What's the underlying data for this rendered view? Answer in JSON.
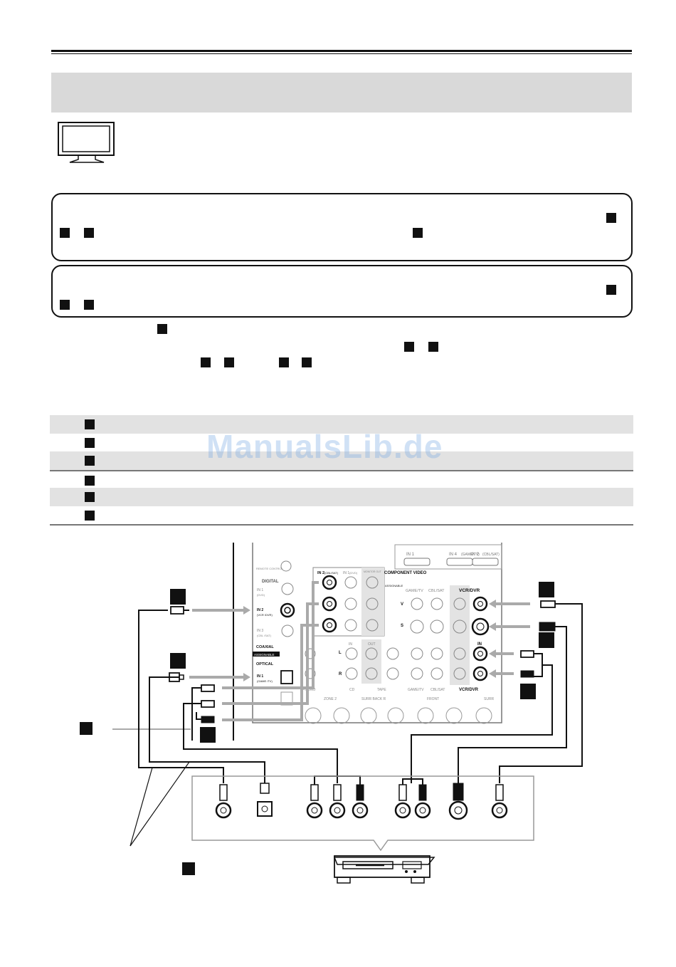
{
  "watermark": "ManualsLib.de",
  "diagram": {
    "panel_labels": {
      "hdmi_in1": "IN 1",
      "hdmi_in4": "IN 4",
      "hdmi_in4_sub": "(GAME/TV)",
      "hdmi_in2": "IN 2",
      "hdmi_in2_sub": "(CBL/SAT)",
      "remote_control": "REMOTE CONTROL",
      "digital": "DIGITAL",
      "dig_in1": "IN 1",
      "dig_in1_sub": "(DVD)",
      "dig_in2": "IN 2",
      "dig_in2_sub": "(VCR /DVR)",
      "dig_in3": "IN 3",
      "dig_in3_sub": "(CBL /SAT)",
      "coaxial": "COAXIAL",
      "assignable": "ASSIGNABLE",
      "optical": "OPTICAL",
      "opt_in1": "IN 1",
      "opt_in1_sub": "(GAME /TV)",
      "comp_in2": "IN 2",
      "comp_in2_sub": "(CBL/SAT)",
      "comp_in1": "IN 1",
      "comp_in1_sub": "(DVD)",
      "monitor_out": "MONITOR OUT",
      "component_video": "COMPONENT VIDEO",
      "assignable2": "ASSIGNABLE",
      "game_tv": "GAME/TV",
      "cbl_sat": "CBL/SAT",
      "vcr_dvr": "VCR/DVR",
      "v": "V",
      "s": "S",
      "in": "IN",
      "out": "OUT",
      "l": "L",
      "r": "R",
      "cd": "CD",
      "tape": "TAPE",
      "game_tv2": "GAME/TV",
      "cbl_sat2": "CBL/SAT",
      "vcr_dvr2": "VCR/DVR",
      "phono": "PHONO",
      "zone2": "ZONE 2",
      "surr_back": "SURR BACK R",
      "front": "FRONT",
      "surr": "SURR",
      "r2": "R"
    }
  }
}
